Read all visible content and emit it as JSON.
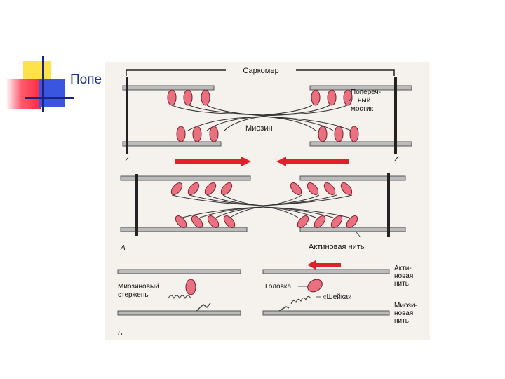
{
  "slide": {
    "title": "Попе"
  },
  "figure": {
    "labels": {
      "sarcomere": "Саркомер",
      "cross_bridge": "Попереч-\nный\nмостик",
      "myosin": "Миозин",
      "z_left": "Z",
      "z_right": "Z",
      "panel_a": "А",
      "actin_filament": "Актиновая нить",
      "myosin_rod": "Миозиновый\nстержень",
      "head": "Головка",
      "neck": "«Шейка»",
      "actin_filament_right": "Акти-\nновая\nнить",
      "myosin_filament_right": "Миози-\nновая\nнить",
      "panel_b": "Ь"
    }
  },
  "colors": {
    "head_fill": "#e8707f",
    "arrow_red": "#e0202a",
    "title_blue": "#1f2f8f",
    "filament_grey": "#b9b9b9"
  }
}
